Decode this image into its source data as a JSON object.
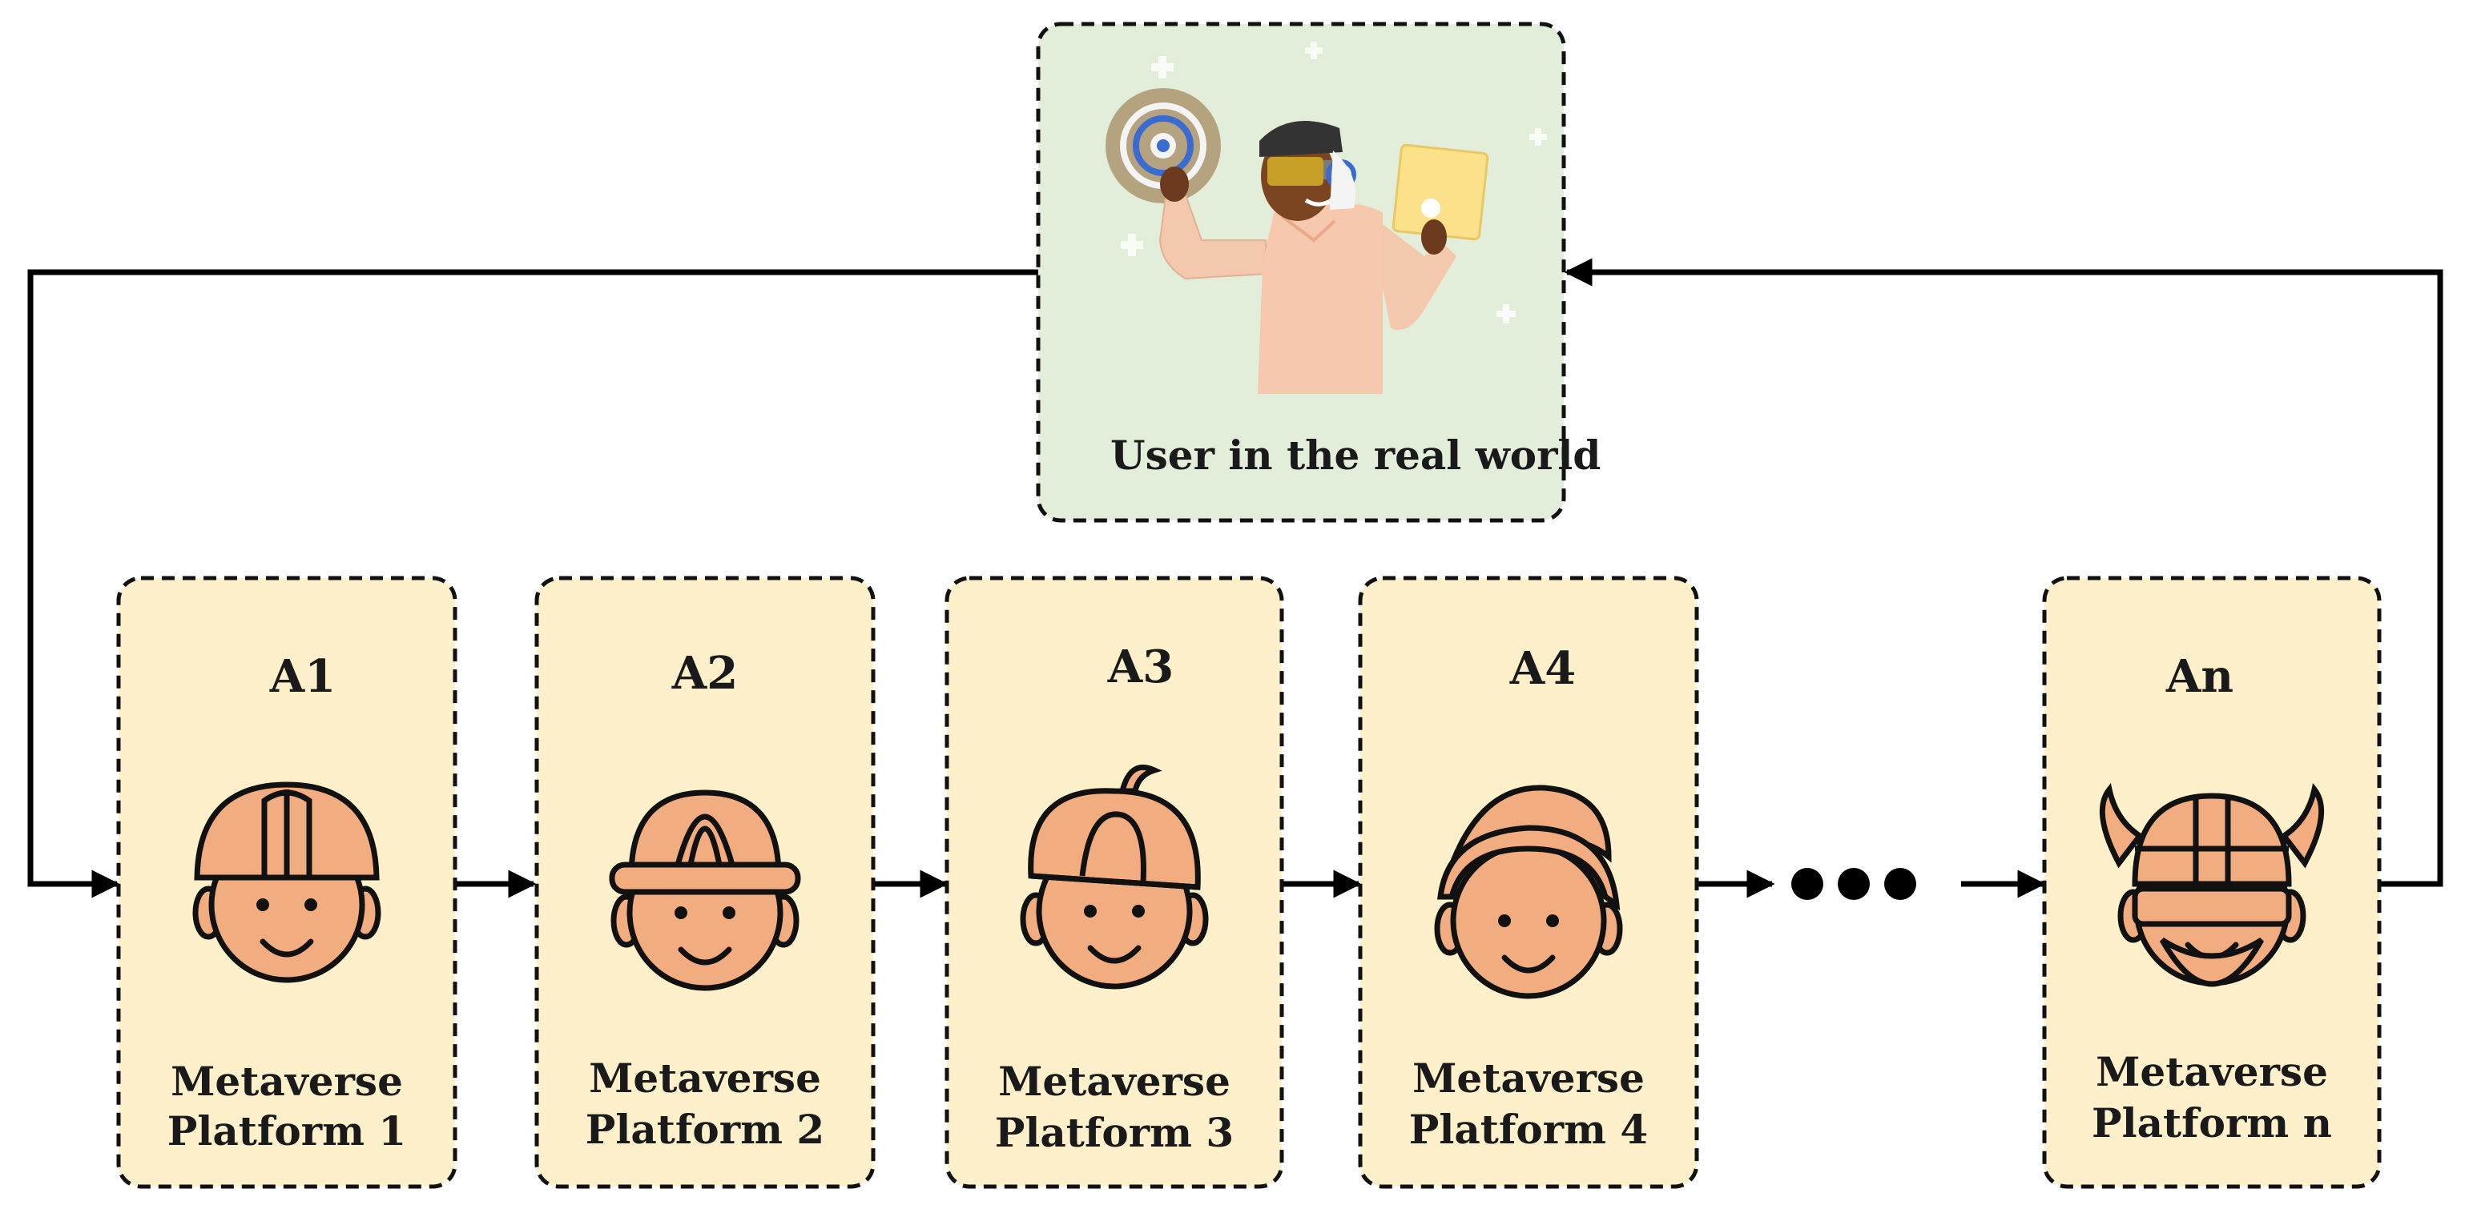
{
  "user_box": {
    "label": "User in the real world",
    "fill": "#e2eed9"
  },
  "platform_fill": "#fdf0cb",
  "face_fill": "#f1ac80",
  "platforms": [
    {
      "id": "A1",
      "line1": "Metaverse",
      "line2": "Platform 1",
      "hat": "helmet"
    },
    {
      "id": "A2",
      "line1": "Metaverse",
      "line2": "Platform 2",
      "hat": "hardhat"
    },
    {
      "id": "A3",
      "line1": "Metaverse",
      "line2": "Platform 3",
      "hat": "beanie"
    },
    {
      "id": "A4",
      "line1": "Metaverse",
      "line2": "Platform 4",
      "hat": "turban"
    },
    {
      "id": "An",
      "line1": "Metaverse",
      "line2": "Platform n",
      "hat": "viking"
    }
  ],
  "icons": [
    "vr-user-illustration",
    "helmet-face-icon",
    "hardhat-face-icon",
    "beanie-face-icon",
    "turban-face-icon",
    "viking-face-icon"
  ]
}
